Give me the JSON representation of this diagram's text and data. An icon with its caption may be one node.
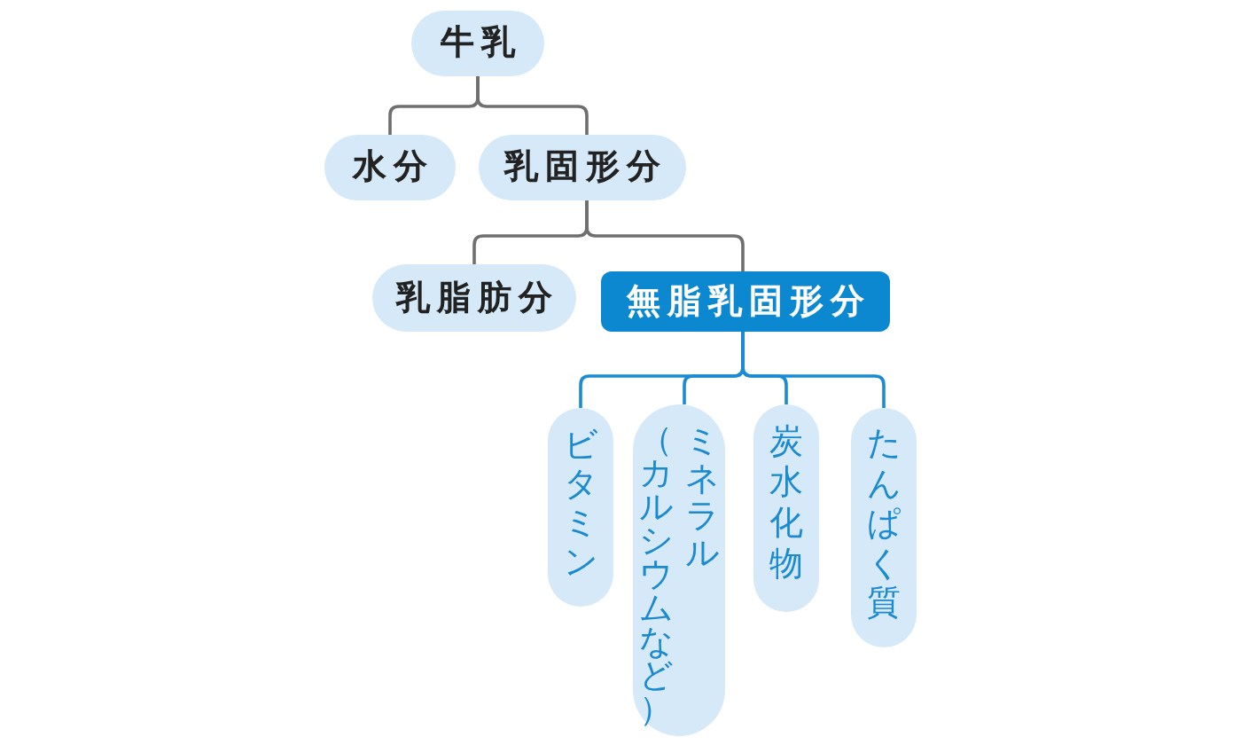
{
  "diagram": {
    "nodes": [
      {
        "text": [
          "牛乳"
        ]
      },
      {
        "text": [
          "水分"
        ]
      },
      {
        "text": [
          "乳固形分"
        ]
      },
      {
        "text": [
          "乳脂肪分"
        ]
      },
      {
        "text": [
          "無脂乳固形分"
        ]
      },
      {
        "text": [
          "ビタミン"
        ]
      },
      {
        "text": [
          "ミネラル（カルシウムなど）"
        ]
      },
      {
        "text": [
          "炭水化物"
        ]
      },
      {
        "text": [
          "たんぱく質"
        ]
      }
    ],
    "edges": [
      {
        "from": 0,
        "to": 1,
        "arrow": "none"
      },
      {
        "from": 0,
        "to": 2,
        "arrow": "none"
      },
      {
        "from": 2,
        "to": 3,
        "arrow": "none"
      },
      {
        "from": 2,
        "to": 4,
        "arrow": "none"
      },
      {
        "from": 4,
        "to": 5,
        "arrow": "none",
        "color": "#1b8bd2"
      },
      {
        "from": 4,
        "to": 6,
        "arrow": "none",
        "color": "#1b8bd2"
      },
      {
        "from": 4,
        "to": 7,
        "arrow": "none",
        "color": "#1b8bd2"
      },
      {
        "from": 4,
        "to": 8,
        "arrow": "none",
        "color": "#1b8bd2"
      }
    ]
  }
}
